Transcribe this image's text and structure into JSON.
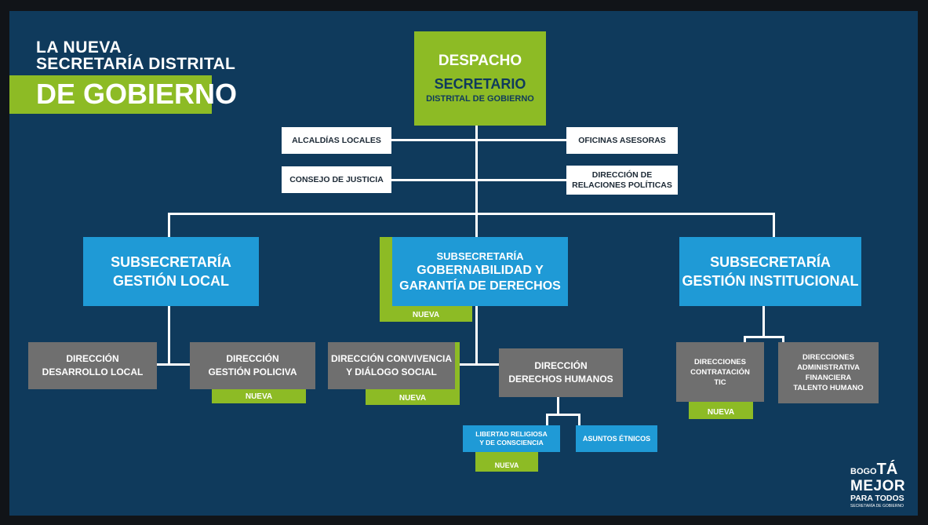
{
  "title": {
    "line1": "LA NUEVA",
    "line2": "SECRETARÍA DISTRITAL",
    "line3": "DE GOBIERNO"
  },
  "despacho": {
    "line1": "DESPACHO",
    "line2": "SECRETARIO",
    "line3": "DISTRITAL DE GOBIERNO"
  },
  "advisors": {
    "alcaldias": "ALCALDÍAS LOCALES",
    "oficinas": "OFICINAS ASESORAS",
    "consejo": "CONSEJO DE JUSTICIA",
    "relaciones_1": "DIRECCIÓN DE",
    "relaciones_2": "RELACIONES POLÍTICAS"
  },
  "sub_local": {
    "line1": "SUBSECRETARÍA",
    "line2": "GESTIÓN LOCAL"
  },
  "sub_gob": {
    "line1": "SUBSECRETARÍA",
    "line2": "GOBERNABILIDAD Y",
    "line3": "GARANTÍA DE DERECHOS",
    "tag": "NUEVA"
  },
  "sub_inst": {
    "line1": "SUBSECRETARÍA",
    "line2": "GESTIÓN INSTITUCIONAL"
  },
  "dir_desarrollo": {
    "line1": "DIRECCIÓN",
    "line2": "DESARROLLO LOCAL"
  },
  "dir_policiva": {
    "line1": "DIRECCIÓN",
    "line2": "GESTIÓN POLICIVA",
    "tag": "NUEVA"
  },
  "dir_convivencia": {
    "line1": "DIRECCIÓN CONVIVENCIA",
    "line2": "Y DIÁLOGO SOCIAL",
    "tag": "NUEVA"
  },
  "dir_ddhh": {
    "line1": "DIRECCIÓN",
    "line2": "DERECHOS HUMANOS"
  },
  "libertad": {
    "line1": "LIBERTAD RELIGIOSA",
    "line2": "Y DE CONSCIENCIA",
    "tag": "NUEVA"
  },
  "etnicos": "ASUNTOS ÉTNICOS",
  "dir_contratacion": {
    "line1": "DIRECCIONES",
    "line2": "CONTRATACIÓN",
    "line3": "TIC",
    "tag": "NUEVA"
  },
  "dir_admin": {
    "line1": "DIRECCIONES",
    "line2": "ADMINISTRATIVA",
    "line3": "FINANCIERA",
    "line4": "TALENTO HUMANO"
  },
  "logo": {
    "bogo": "BOGO",
    "ta": "TÁ",
    "mejor": "MEJOR",
    "para_todos": "PARA TODOS",
    "sub": "SECRETARÍA DE GOBIERNO"
  },
  "colors": {
    "background": "#0f3a5c",
    "blue": "#1f9ad6",
    "green": "#8dbb25",
    "grey": "#6f6f6f",
    "white": "#ffffff"
  }
}
